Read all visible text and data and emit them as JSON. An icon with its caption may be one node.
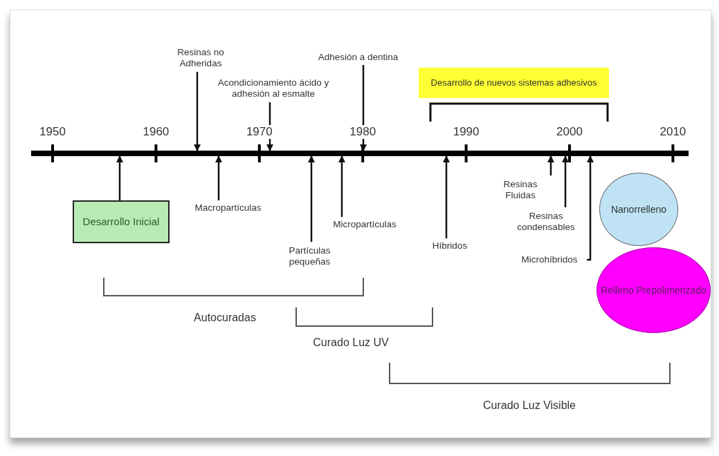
{
  "diagram": {
    "nodes": [
      {
        "text": [],
        "shape": "bar"
      },
      {
        "text": [
          "Resinas no Adheridas"
        ]
      },
      {
        "text": [
          "Acondicionamiento ácido y adhesión al esmalte"
        ]
      },
      {
        "text": [
          "Adhesión a dentina"
        ]
      },
      {
        "text": [
          "Desarrollo de nuevos sistemas adhesivos"
        ]
      },
      {
        "text": [
          "Desarrollo Inicial"
        ]
      },
      {
        "text": [
          "Macropartículas"
        ]
      },
      {
        "text": [
          "Partículas pequeñas"
        ]
      },
      {
        "text": [
          "Micropartículas"
        ]
      },
      {
        "text": [
          "Híbridos"
        ]
      },
      {
        "text": [
          "Resinas Fluidas"
        ]
      },
      {
        "text": [
          "Resinas condensables"
        ]
      },
      {
        "text": [
          "Microhíbridos"
        ]
      },
      {
        "text": [
          "Nanorrelleno"
        ]
      },
      {
        "text": [
          "Relleno Prepolimerizado"
        ]
      }
    ],
    "edges": [
      {
        "from": 1,
        "to": 0,
        "arrow": "to"
      },
      {
        "from": 2,
        "to": 0,
        "arrow": "to"
      },
      {
        "from": 3,
        "to": 0,
        "arrow": "to"
      },
      {
        "from": 5,
        "to": 0,
        "arrow": "to"
      },
      {
        "from": 6,
        "to": 0,
        "arrow": "to"
      },
      {
        "from": 7,
        "to": 0,
        "arrow": "to"
      },
      {
        "from": 8,
        "to": 0,
        "arrow": "to"
      },
      {
        "from": 9,
        "to": 0,
        "arrow": "to"
      },
      {
        "from": 10,
        "to": 0,
        "arrow": "to"
      },
      {
        "from": 11,
        "to": 0,
        "arrow": "to"
      },
      {
        "from": 12,
        "to": 0,
        "arrow": "to"
      }
    ],
    "labels": [
      "1950",
      "1960",
      "1970",
      "1980",
      "1990",
      "2000",
      "2010",
      "Autocuradas",
      "Curado Luz UV",
      "Curado Luz Visible"
    ]
  }
}
